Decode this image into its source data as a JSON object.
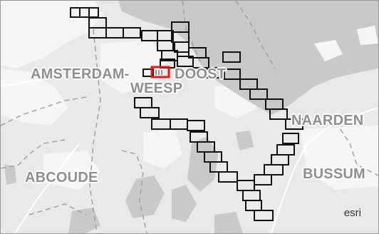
{
  "map": {
    "labels": {
      "amsterdam": "AMSTERDAM-",
      "doost": "DOOST",
      "weesp": "WEESP",
      "naarden": "NAARDEN",
      "abcoude": "ABCOUDE",
      "bussum": "BUSSUM"
    },
    "attribution": "esri",
    "colors": {
      "land": "#e9e9e9",
      "water": "#c9c9c9",
      "urban": "#f6f6f6",
      "cell_outline": "#111111",
      "selected_cell": "#e8161c",
      "label": "#8f8f8f"
    },
    "layer": {
      "type": "grid-cell-footprint",
      "selected_cell_count": 1
    }
  }
}
